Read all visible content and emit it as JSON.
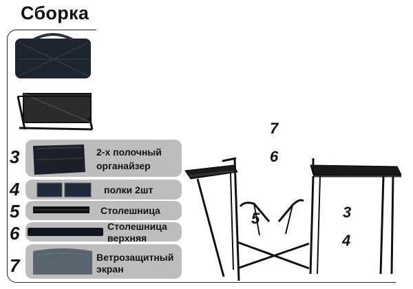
{
  "title": "Сборка",
  "items": [
    {
      "num": "3",
      "label_line1": "2-х полочный",
      "label_line2": "органайзер"
    },
    {
      "num": "4",
      "label_line1": "полки 2шт",
      "label_line2": ""
    },
    {
      "num": "5",
      "label_line1": "Столешница",
      "label_line2": ""
    },
    {
      "num": "6",
      "label_line1": "Столешница",
      "label_line2": "верхняя"
    },
    {
      "num": "7",
      "label_line1": "Ветрозащитный",
      "label_line2": "экран"
    }
  ],
  "callouts": {
    "c7": "7",
    "c6": "6",
    "c5": "5",
    "c3": "3",
    "c4": "4"
  }
}
